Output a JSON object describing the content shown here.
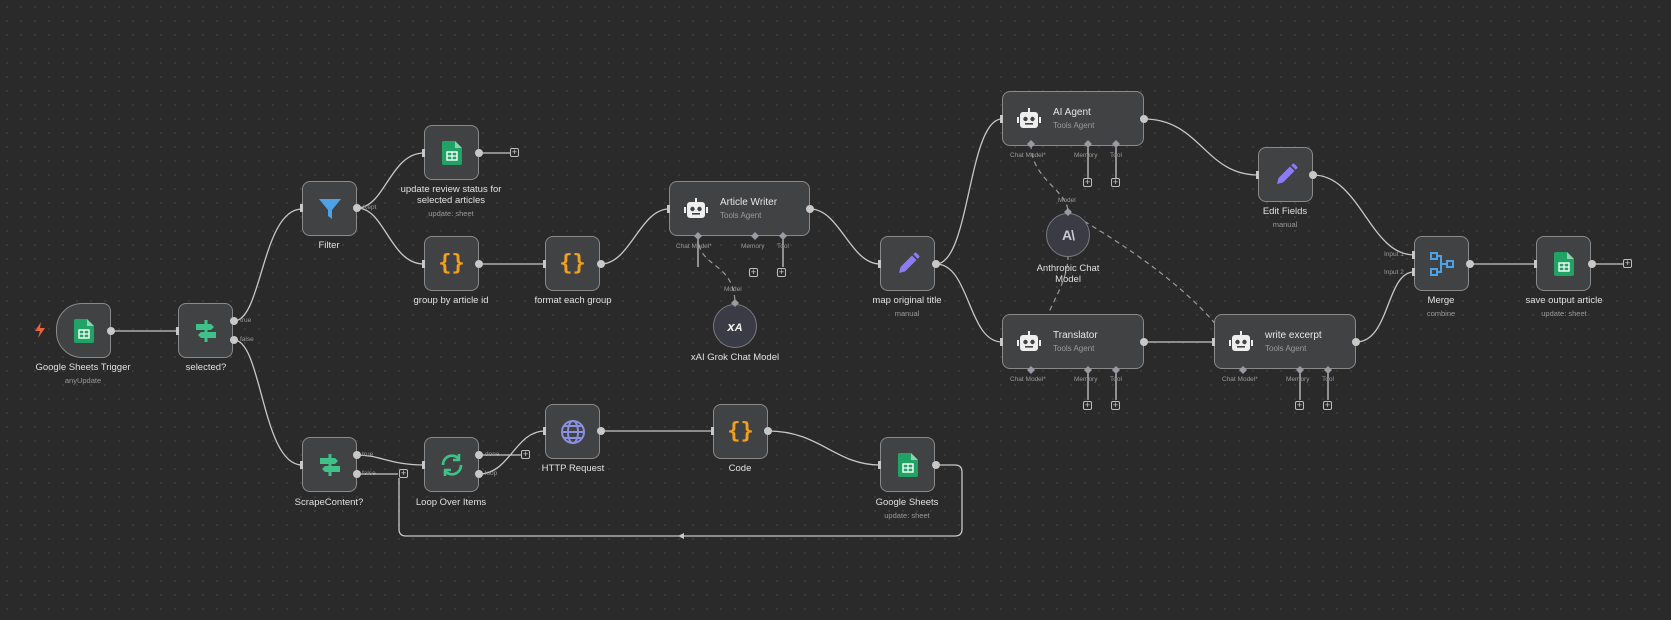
{
  "canvas": {
    "background": "#2a2a2a"
  },
  "nodes": {
    "sheets_trigger": {
      "title": "Google Sheets Trigger",
      "subtitle": "anyUpdate",
      "icon": "google-sheets-icon"
    },
    "selected": {
      "title": "selected?",
      "icon": "if-icon"
    },
    "filter": {
      "title": "Filter",
      "icon": "filter-icon"
    },
    "update_review": {
      "title_line1": "update review status for",
      "title_line2": "selected articles",
      "subtitle": "update: sheet",
      "icon": "google-sheets-icon"
    },
    "group_by": {
      "title": "group by article id",
      "icon": "code-icon"
    },
    "format_group": {
      "title": "format each group",
      "icon": "code-icon"
    },
    "article_writer": {
      "title": "Article Writer",
      "subtitle": "Tools Agent",
      "icon": "robot-icon"
    },
    "xai_grok": {
      "title": "xAI Grok Chat Model",
      "icon": "xai-icon"
    },
    "map_title": {
      "title": "map original title",
      "subtitle": "manual",
      "icon": "pencil-icon"
    },
    "ai_agent": {
      "title": "AI Agent",
      "subtitle": "Tools Agent",
      "icon": "robot-icon"
    },
    "anthropic": {
      "title_line1": "Anthropic Chat",
      "title_line2": "Model",
      "icon": "anthropic-icon"
    },
    "translator": {
      "title": "Translator",
      "subtitle": "Tools Agent",
      "icon": "robot-icon"
    },
    "write_excerpt": {
      "title": "write excerpt",
      "subtitle": "Tools Agent",
      "icon": "robot-icon"
    },
    "edit_fields": {
      "title": "Edit Fields",
      "subtitle": "manual",
      "icon": "pencil-icon"
    },
    "merge": {
      "title": "Merge",
      "subtitle": "combine",
      "icon": "merge-icon"
    },
    "save_output": {
      "title": "save output article",
      "subtitle": "update: sheet",
      "icon": "google-sheets-icon"
    },
    "scrape_content": {
      "title": "ScrapeContent?",
      "icon": "if-icon"
    },
    "loop_items": {
      "title": "Loop Over Items",
      "icon": "loop-icon"
    },
    "http_request": {
      "title": "HTTP Request",
      "icon": "globe-icon"
    },
    "code": {
      "title": "Code",
      "icon": "code-icon"
    },
    "google_sheets": {
      "title": "Google Sheets",
      "subtitle": "update: sheet",
      "icon": "google-sheets-icon"
    }
  },
  "ports": {
    "true": "true",
    "false": "false",
    "kept": "Kept",
    "done": "done",
    "loop": "loop",
    "chat_model": "Chat Model*",
    "memory": "Memory",
    "tool": "Tool",
    "model": "Model",
    "input1": "Input 1",
    "input2": "Input 2"
  },
  "colors": {
    "sheets": "#21a366",
    "code": "#f0a020",
    "filter": "#4da2e8",
    "if": "#3ec28a",
    "pencil": "#8b7cf6",
    "globe": "#8a8fe0",
    "loop": "#3ec28a",
    "trigger_bolt": "#e8623c",
    "wire": "#c8c8c8"
  }
}
